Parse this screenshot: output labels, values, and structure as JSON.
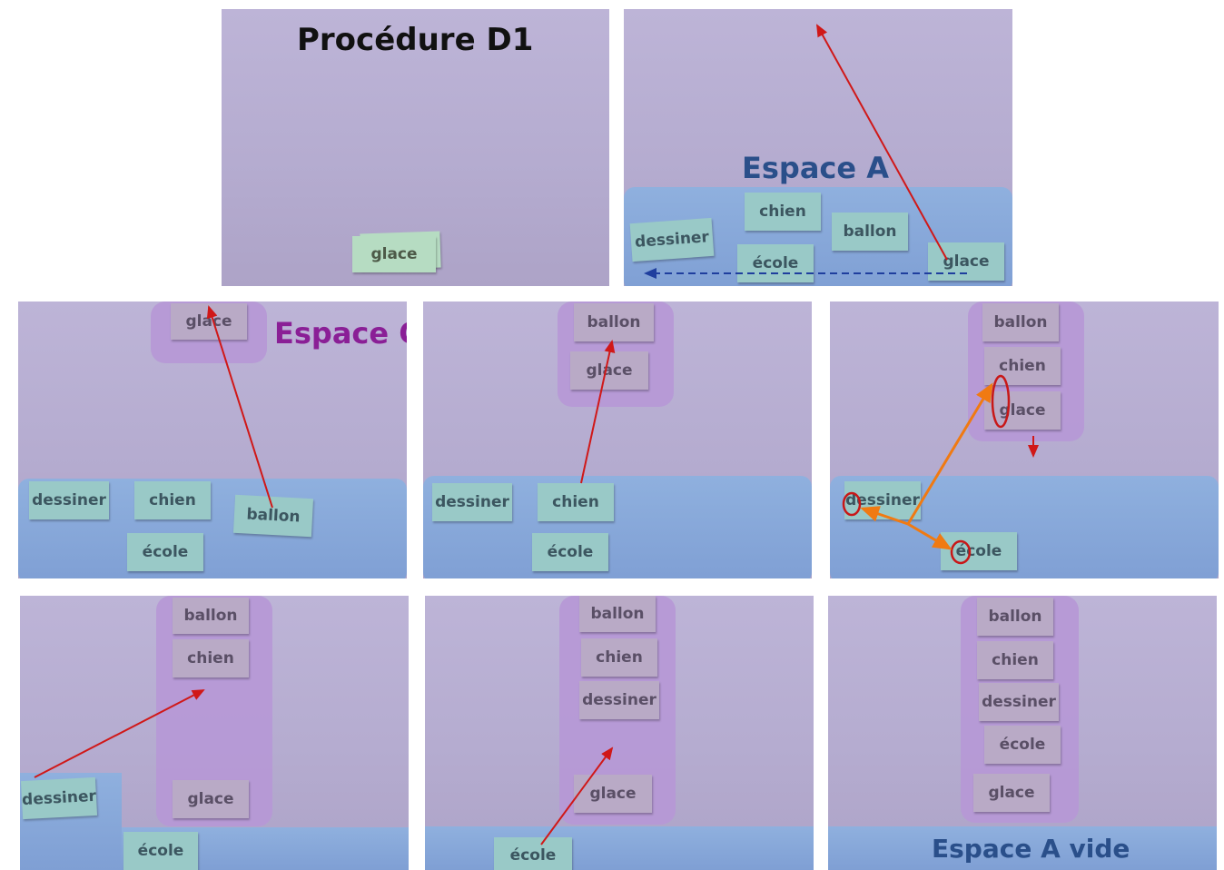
{
  "title": "Procédure D1",
  "labels": {
    "space_a": "Espace A",
    "space_c": "Espace C",
    "space_a_empty": "Espace A vide"
  },
  "cards": {
    "glace": "glace",
    "chien": "chien",
    "ballon": "ballon",
    "dessiner": "dessiner",
    "ecole": "école"
  },
  "colors": {
    "space_a": "#86a7db",
    "space_c": "#b698d6",
    "arrow_red": "#d01818",
    "arrow_orange": "#f07a12",
    "arrow_blue_dashed": "#1f3e9e",
    "label_blue": "#2a4f8a",
    "label_purple": "#8a1f96"
  }
}
